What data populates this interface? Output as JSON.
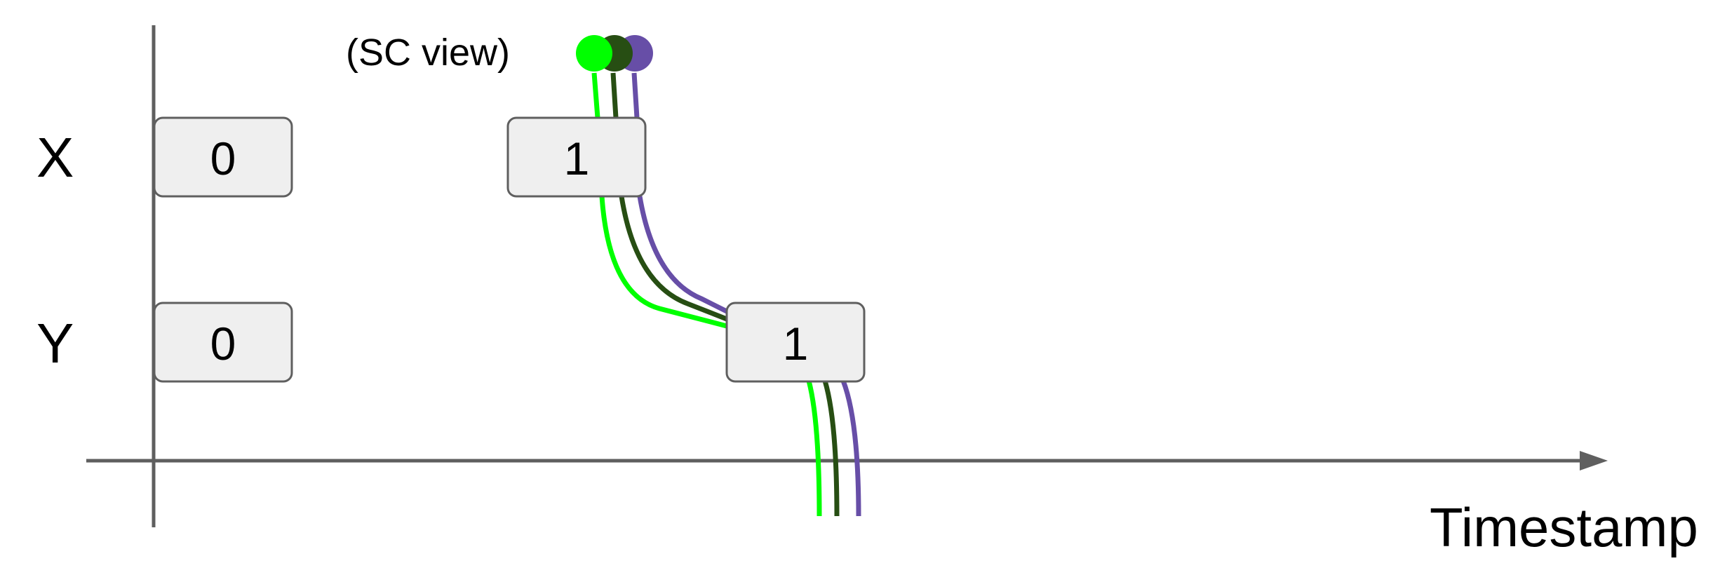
{
  "caption": "(SC view)",
  "rows": [
    {
      "label": "X",
      "versions": [
        "0",
        "1"
      ]
    },
    {
      "label": "Y",
      "versions": [
        "0",
        "1"
      ]
    }
  ],
  "axis": {
    "label": "Timestamp"
  },
  "colors": {
    "axis": "#5f5f5f",
    "box_fill": "#efefef",
    "box_stroke": "#5f5f5f",
    "thread_1": "#00ff00",
    "thread_2": "#274e13",
    "thread_3": "#674ea7"
  }
}
